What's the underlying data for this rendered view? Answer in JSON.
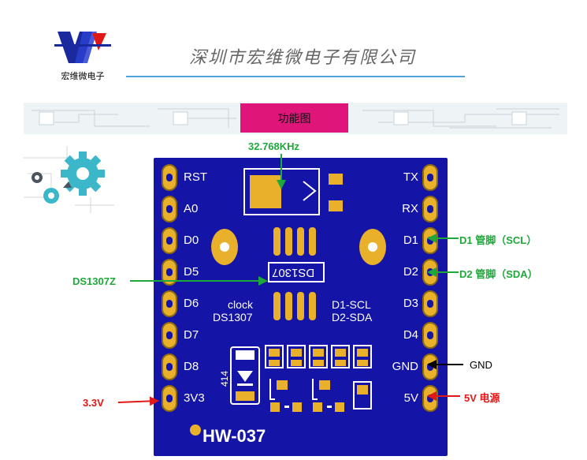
{
  "header": {
    "logo_text": "宏维微电子",
    "company": "深圳市宏维微电子有限公司",
    "banner_title": "功能图"
  },
  "board": {
    "name": "HW-037",
    "chip_label": "DS1307",
    "silk_clock": "clock",
    "silk_ds": "DS1307",
    "silk_d1": "D1-SCL",
    "silk_d2": "D2-SDA",
    "diode_label": "414",
    "left_pins": [
      "RST",
      "A0",
      "D0",
      "D5",
      "D6",
      "D7",
      "D8",
      "3V3"
    ],
    "right_pins": [
      "TX",
      "RX",
      "D1",
      "D2",
      "D3",
      "D4",
      "GND",
      "5V"
    ]
  },
  "callouts": {
    "crystal": "32.768KHz",
    "chip": "DS1307Z",
    "d1": "D1 管脚（SCL）",
    "d2": "D2 管脚（SDA）",
    "gnd": "GND",
    "v5": "5V 电源",
    "v33": "3.3V"
  },
  "colors": {
    "board": "#1414a6",
    "pad": "#e8b02b",
    "banner_accent": "#e0157a",
    "green_callout": "#1fa83a",
    "red_callout": "#e01818"
  }
}
